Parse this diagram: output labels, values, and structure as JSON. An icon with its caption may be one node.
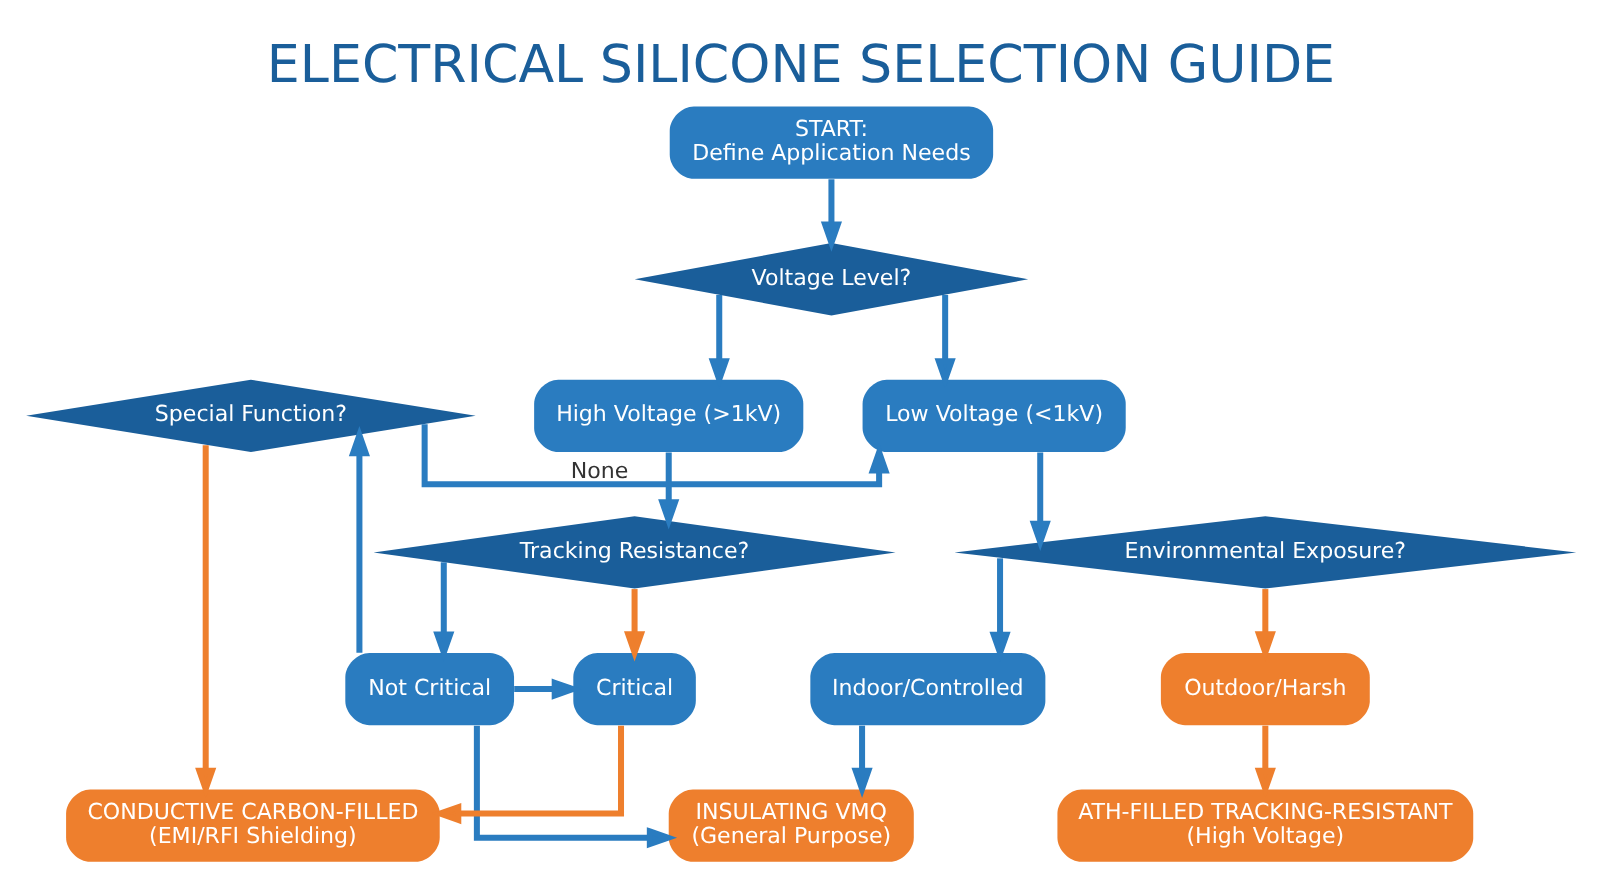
{
  "diagram": {
    "title": "ELECTRICAL SILICONE SELECTION GUIDE",
    "nodes": [
      {
        "text": [
          "START:",
          "Define Application Needs"
        ]
      },
      {
        "text": [
          "Voltage Level?"
        ]
      },
      {
        "text": [
          "Low Voltage (<1kV)"
        ]
      },
      {
        "text": [
          "High Voltage (>1kV)"
        ]
      },
      {
        "text": [
          "Environmental Exposure?"
        ]
      },
      {
        "text": [
          "Special Function?"
        ]
      },
      {
        "text": [
          "Tracking Resistance?"
        ]
      },
      {
        "text": [
          "Indoor/Controlled"
        ]
      },
      {
        "text": [
          "Outdoor/Harsh"
        ]
      },
      {
        "text": [
          "Not Critical"
        ]
      },
      {
        "text": [
          "Critical"
        ]
      },
      {
        "text": [
          "INSULATING VMQ",
          "(General Purpose)"
        ]
      },
      {
        "text": [
          "ATH-FILLED TRACKING-RESISTANT",
          "(High Voltage)"
        ]
      },
      {
        "text": [
          "CONDUCTIVE CARBON-FILLED",
          "(EMI/RFI Shielding)"
        ]
      }
    ],
    "edges": [
      {
        "from": 0,
        "to": 1,
        "arrow": "to"
      },
      {
        "from": 1,
        "to": 2,
        "arrow": "to"
      },
      {
        "from": 1,
        "to": 3,
        "arrow": "to"
      },
      {
        "from": 2,
        "to": 4,
        "arrow": "to"
      },
      {
        "from": 3,
        "to": 6,
        "arrow": "to"
      },
      {
        "from": 4,
        "to": 7,
        "arrow": "to"
      },
      {
        "from": 4,
        "to": 8,
        "arrow": "to",
        "color": "#ee7f2d"
      },
      {
        "from": 6,
        "to": 9,
        "arrow": "to"
      },
      {
        "from": 6,
        "to": 10,
        "arrow": "to",
        "color": "#ee7f2d"
      },
      {
        "from": 7,
        "to": 11,
        "arrow": "to"
      },
      {
        "from": 8,
        "to": 12,
        "arrow": "to",
        "color": "#ee7f2d"
      },
      {
        "from": 9,
        "to": 11,
        "arrow": "to"
      },
      {
        "from": 9,
        "to": 5,
        "arrow": "to"
      },
      {
        "from": 9,
        "to": 10,
        "arrow": "to"
      },
      {
        "from": 10,
        "to": 13,
        "arrow": "to",
        "color": "#ee7f2d"
      },
      {
        "from": 5,
        "to": 2,
        "label": "None",
        "arrow": "to"
      },
      {
        "from": 5,
        "to": 13,
        "arrow": "to",
        "color": "#ee7f2d"
      }
    ]
  }
}
